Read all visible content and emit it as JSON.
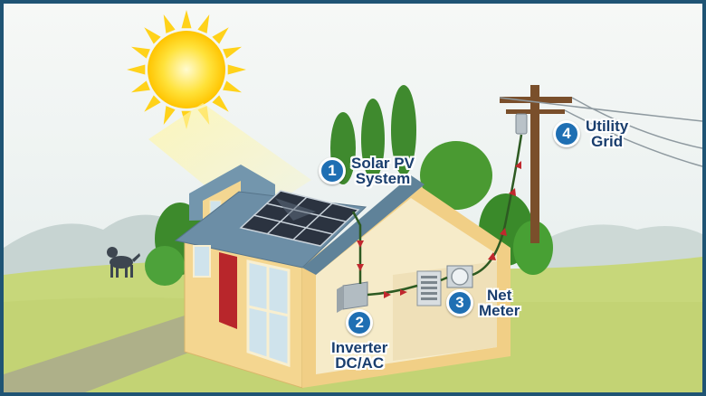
{
  "callouts": [
    {
      "number": "1",
      "line1": "Solar PV",
      "line2": "System"
    },
    {
      "number": "2",
      "line1": "Inverter",
      "line2": "DC/AC"
    },
    {
      "number": "3",
      "line1": "Net",
      "line2": "Meter"
    },
    {
      "number": "4",
      "line1": "Utility",
      "line2": "Grid"
    }
  ],
  "colors": {
    "frame": "#1f5474",
    "sky": "#eef3f3",
    "sun": "#ffd21a",
    "grass": "#c7d77a",
    "wall": "#f4d690",
    "roof": "#6c8ea6",
    "panel": "#2b3340",
    "door": "#b8262b",
    "trees": "#3d8a2c",
    "badge": "#1f6fb3",
    "label_text": "#1a3e6e"
  }
}
